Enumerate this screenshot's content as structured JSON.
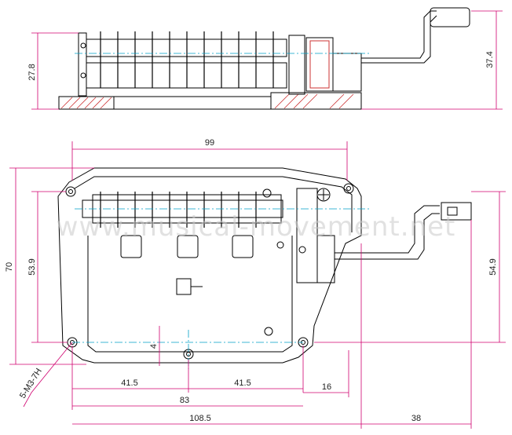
{
  "dimensions": {
    "side_view_height": "27.8",
    "side_view_total_height": "37.4",
    "top_width": "99",
    "overall_height": "70",
    "inner_height": "53.9",
    "crank_height": "54.9",
    "small_dim": "4",
    "half_span_left": "41.5",
    "half_span_right": "41.5",
    "hole_span": "83",
    "overall_width": "108.5",
    "offset": "16",
    "crank_length": "38",
    "hole_callout": "5-M3-7H"
  },
  "watermark": "www.musical-movement.net",
  "colors": {
    "line": "#000000",
    "dimension": "#d0006f",
    "centerline": "#00a0c8",
    "hatch": "#cc3333",
    "accent": "#0000cc"
  }
}
